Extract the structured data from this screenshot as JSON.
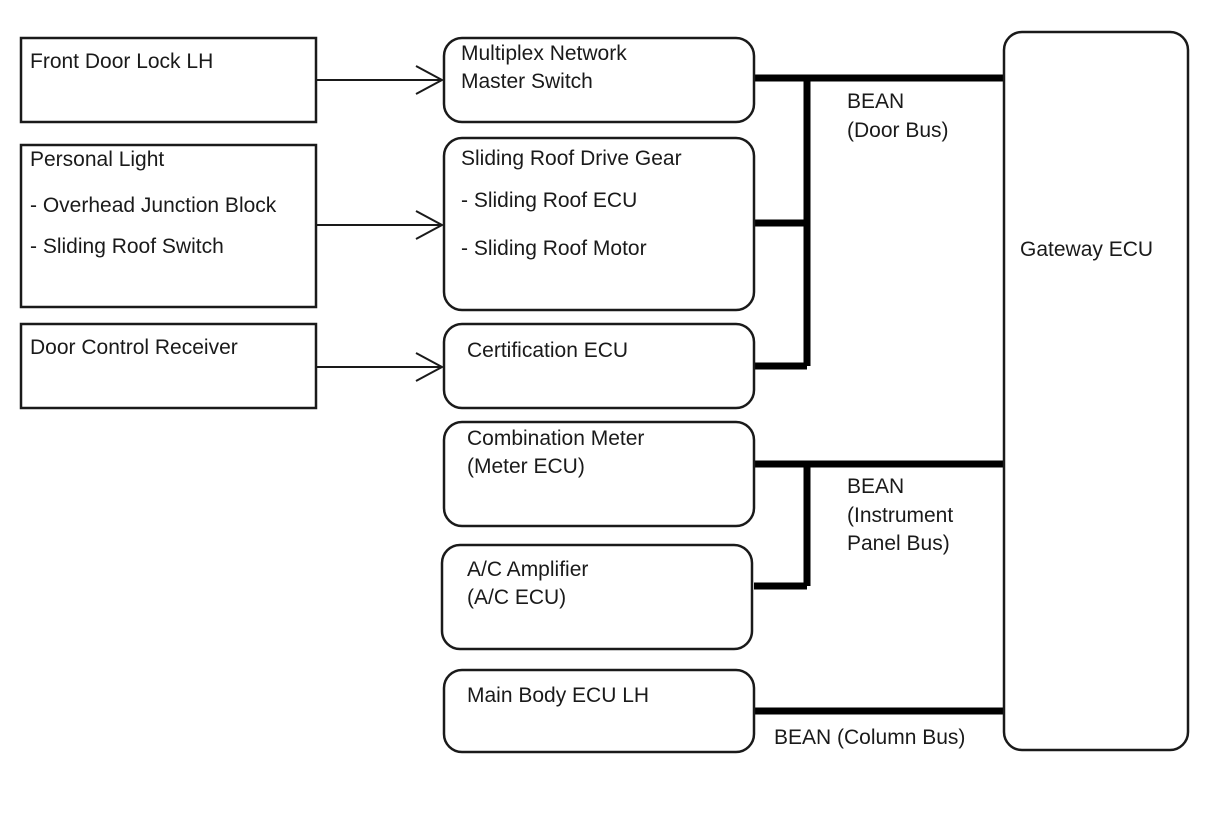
{
  "left_boxes": [
    {
      "lines": [
        "Front Door Lock LH"
      ]
    },
    {
      "lines": [
        "Personal Light",
        "- Overhead Junction Block",
        "- Sliding Roof Switch"
      ]
    },
    {
      "lines": [
        "Door Control Receiver"
      ]
    }
  ],
  "ecu_boxes": [
    {
      "lines": [
        "Multiplex Network",
        "Master Switch"
      ]
    },
    {
      "lines": [
        "Sliding Roof Drive Gear",
        "- Sliding Roof ECU",
        "- Sliding Roof Motor"
      ]
    },
    {
      "lines": [
        "Certification ECU"
      ]
    },
    {
      "lines": [
        "Combination Meter",
        "(Meter ECU)"
      ]
    },
    {
      "lines": [
        "A/C Amplifier",
        "(A/C ECU)"
      ]
    },
    {
      "lines": [
        "Main Body ECU LH"
      ]
    }
  ],
  "gateway": {
    "label": "Gateway ECU"
  },
  "buses": {
    "door": {
      "lines": [
        "BEAN",
        "(Door Bus)"
      ]
    },
    "instrument": {
      "lines": [
        "BEAN",
        "(Instrument",
        "Panel Bus)"
      ]
    },
    "column": {
      "lines": [
        "BEAN (Column Bus)"
      ]
    }
  },
  "colors": {
    "stroke": "#1a1a1a",
    "bus": "#000000",
    "background": "#ffffff"
  }
}
